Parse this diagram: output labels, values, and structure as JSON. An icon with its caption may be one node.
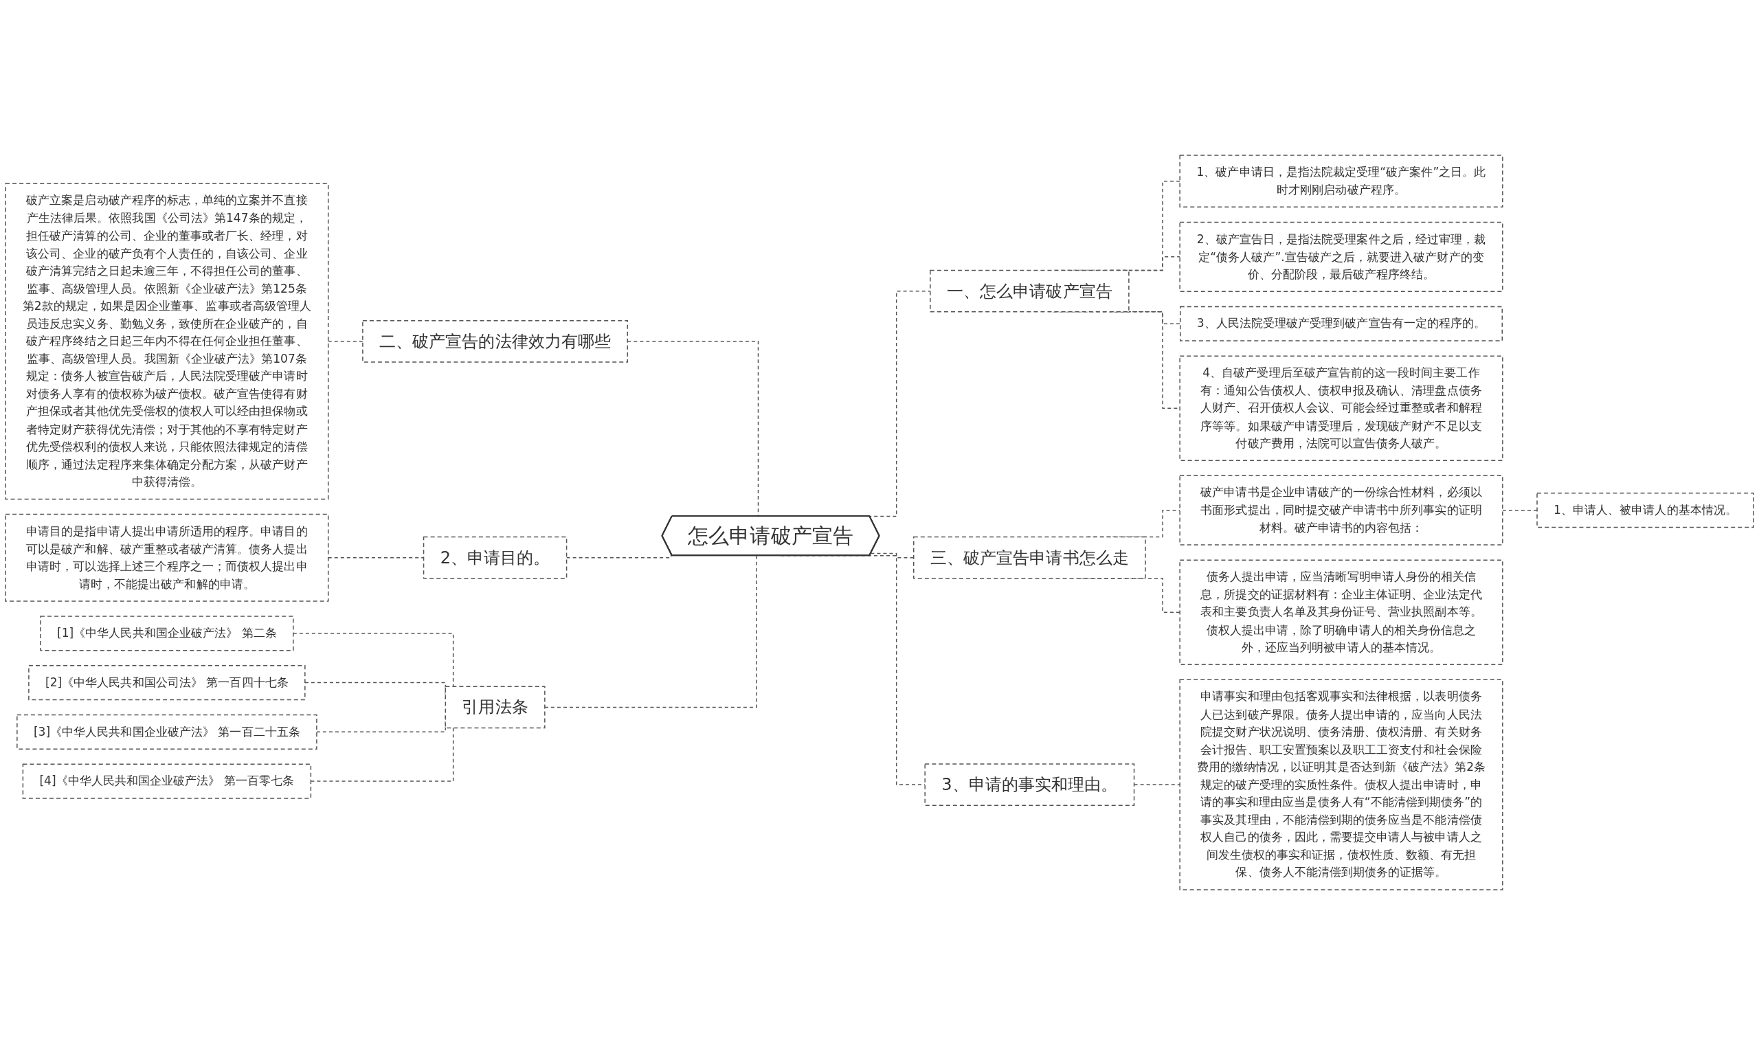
{
  "diagram": {
    "nodes": [
      {
        "text": [
          "怎么申请破产宣告"
        ]
      },
      {
        "text": [
          "二、破产宣告的法律效力有哪些"
        ]
      },
      {
        "text": [
          "破产立案是启动破产程序的标志，单纯的立案并不直接产生法律后果。依照我国《公司法》第147条的规定，担任破产清算的公司、企业的董事或者厂长、经理，对该公司、企业的破产负有个人责任的，自该公司、企业破产清算完结之日起未逾三年，不得担任公司的董事、监事、高级管理人员。依照新《企业破产法》第125条第2款的规定，如果是因企业董事、监事或者高级管理人员违反忠实义务、勤勉义务，致使所在企业破产的，自破产程序终结之日起三年内不得在任何企业担任董事、监事、高级管理人员。我国新《企业破产法》第107条规定：债务人被宣告破产后，人民法院受理破产申请时对债务人享有的债权称为破产债权。破产宣告使得有财产担保或者其他优先受偿权的债权人可以经由担保物或者特定财产获得优先清偿；对于其他的不享有特定财产优先受偿权利的债权人来说，只能依照法律规定的清偿顺序，通过法定程序来集体确定分配方案，从破产财产中获得清偿。"
        ]
      },
      {
        "text": [
          "2、申请目的。"
        ]
      },
      {
        "text": [
          "申请目的是指申请人提出申请所适用的程序。申请目的可以是破产和解、破产重整或者破产清算。债务人提出申请时，可以选择上述三个程序之一；而债权人提出申请时，不能提出破产和解的申请。"
        ]
      },
      {
        "text": [
          "引用法条"
        ]
      },
      {
        "text": [
          "[1]《中华人民共和国企业破产法》 第二条"
        ]
      },
      {
        "text": [
          "[2]《中华人民共和国公司法》 第一百四十七条"
        ]
      },
      {
        "text": [
          "[3]《中华人民共和国企业破产法》 第一百二十五条"
        ]
      },
      {
        "text": [
          "[4]《中华人民共和国企业破产法》 第一百零七条"
        ]
      },
      {
        "text": [
          "一、怎么申请破产宣告"
        ]
      },
      {
        "text": [
          "1、破产申请日，是指法院裁定受理“破产案件”之日。此时才刚刚启动破产程序。"
        ]
      },
      {
        "text": [
          "2、破产宣告日，是指法院受理案件之后，经过审理，裁定“债务人破产”.宣告破产之后，就要进入破产财产的变价、分配阶段，最后破产程序终结。"
        ]
      },
      {
        "text": [
          "3、人民法院受理破产受理到破产宣告有一定的程序的。"
        ]
      },
      {
        "text": [
          "4、自破产受理后至破产宣告前的这一段时间主要工作有：通知公告债权人、债权申报及确认、清理盘点债务人财产、召开债权人会议、可能会经过重整或者和解程序等等。如果破产申请受理后，发现破产财产不足以支付破产费用，法院可以宣告债务人破产。"
        ]
      },
      {
        "text": [
          "三、破产宣告申请书怎么走"
        ]
      },
      {
        "text": [
          "破产申请书是企业申请破产的一份综合性材料，必须以书面形式提出，同时提交破产申请书中所列事实的证明材料。破产申请书的内容包括："
        ]
      },
      {
        "text": [
          "1、申请人、被申请人的基本情况。"
        ]
      },
      {
        "text": [
          "债务人提出申请，应当清晰写明申请人身份的相关信息，所提交的证据材料有：企业主体证明、企业法定代表和主要负责人名单及其身份证号、营业执照副本等。债权人提出申请，除了明确申请人的相关身份信息之外，还应当列明被申请人的基本情况。"
        ]
      },
      {
        "text": [
          "3、申请的事实和理由。"
        ]
      },
      {
        "text": [
          "申请事实和理由包括客观事实和法律根据，以表明债务人已达到破产界限。债务人提出申请的，应当向人民法院提交财产状况说明、债务清册、债权清册、有关财务会计报告、职工安置预案以及职工工资支付和社会保险费用的缴纳情况，以证明其是否达到新《破产法》第2条规定的破产受理的实质性条件。债权人提出申请时，申请的事实和理由应当是债务人有“不能清偿到期债务”的事实及其理由，不能清偿到期的债务应当是不能清偿债权人自己的债务，因此，需要提交申请人与被申请人之间发生债权的事实和证据，债权性质、数额、有无担保、债务人不能清偿到期债务的证据等。"
        ]
      }
    ],
    "edges": [
      {
        "from": 2,
        "to": 1,
        "arrow": "none",
        "style": "dashed"
      },
      {
        "from": 1,
        "to": 0,
        "arrow": "none",
        "style": "dashed"
      },
      {
        "from": 4,
        "to": 3,
        "arrow": "none",
        "style": "dashed"
      },
      {
        "from": 3,
        "to": 0,
        "arrow": "none",
        "style": "dashed"
      },
      {
        "from": 6,
        "to": 5,
        "arrow": "none",
        "style": "dashed"
      },
      {
        "from": 7,
        "to": 5,
        "arrow": "none",
        "style": "dashed"
      },
      {
        "from": 8,
        "to": 5,
        "arrow": "none",
        "style": "dashed"
      },
      {
        "from": 9,
        "to": 5,
        "arrow": "none",
        "style": "dashed"
      },
      {
        "from": 5,
        "to": 0,
        "arrow": "none",
        "style": "dashed"
      },
      {
        "from": 0,
        "to": 10,
        "arrow": "none",
        "style": "dashed"
      },
      {
        "from": 10,
        "to": 11,
        "arrow": "none",
        "style": "dashed"
      },
      {
        "from": 10,
        "to": 12,
        "arrow": "none",
        "style": "dashed"
      },
      {
        "from": 10,
        "to": 13,
        "arrow": "none",
        "style": "dashed"
      },
      {
        "from": 10,
        "to": 14,
        "arrow": "none",
        "style": "dashed"
      },
      {
        "from": 0,
        "to": 15,
        "arrow": "none",
        "style": "dashed"
      },
      {
        "from": 15,
        "to": 16,
        "arrow": "none",
        "style": "dashed"
      },
      {
        "from": 16,
        "to": 17,
        "arrow": "none",
        "style": "dashed"
      },
      {
        "from": 15,
        "to": 18,
        "arrow": "none",
        "style": "dashed"
      },
      {
        "from": 0,
        "to": 19,
        "arrow": "none",
        "style": "dashed"
      },
      {
        "from": 19,
        "to": 20,
        "arrow": "none",
        "style": "dashed"
      }
    ]
  }
}
